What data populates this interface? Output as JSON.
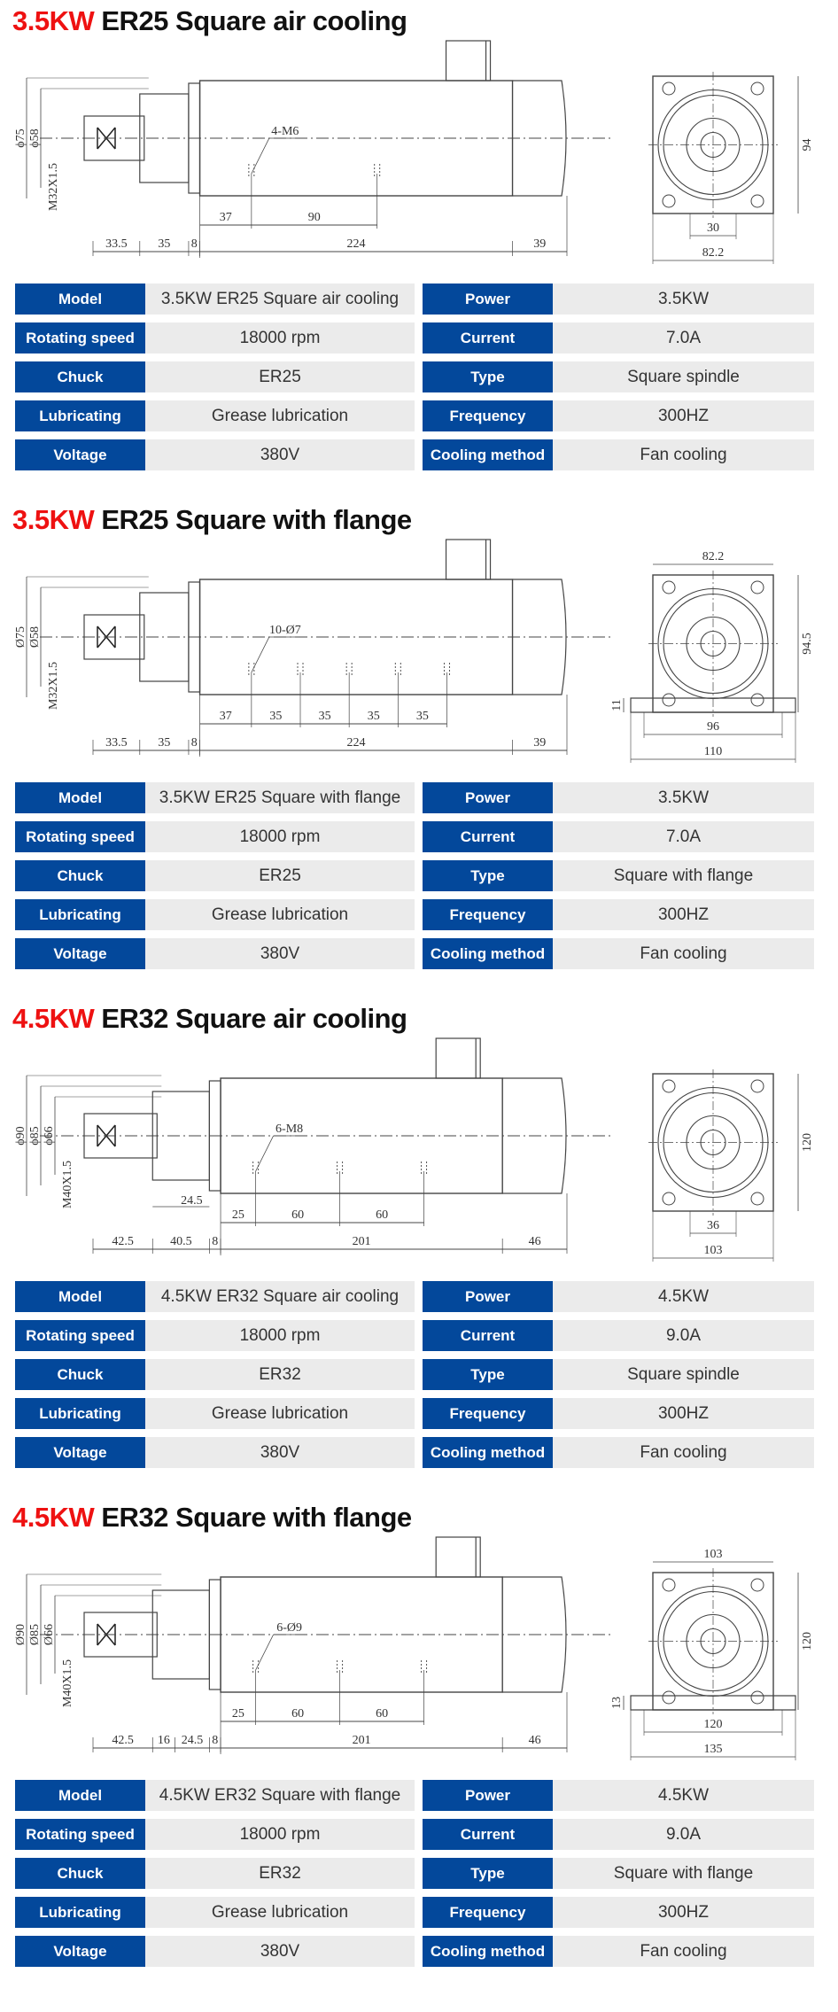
{
  "sections": [
    {
      "title_power": "3.5KW",
      "title_rest": "ER25 Square air cooling",
      "specs": [
        {
          "l1": "Model",
          "v1": "3.5KW ER25 Square air cooling",
          "l2": "Power",
          "v2": "3.5KW"
        },
        {
          "l1": "Rotating speed",
          "v1": "18000 rpm",
          "l2": "Current",
          "v2": "7.0A"
        },
        {
          "l1": "Chuck",
          "v1": "ER25",
          "l2": "Type",
          "v2": "Square spindle"
        },
        {
          "l1": "Lubricating",
          "v1": "Grease lubrication",
          "l2": "Frequency",
          "v2": "300HZ"
        },
        {
          "l1": "Voltage",
          "v1": "380V",
          "l2": "Cooling method",
          "v2": "Fan cooling"
        }
      ],
      "drawing": {
        "flange": false,
        "bottom_dims": [
          "33.5",
          "35",
          "8",
          "224",
          "39"
        ],
        "mid_dims": [
          "37",
          "90"
        ],
        "diameters": [
          "ϕ75",
          "ϕ58"
        ],
        "thread": "M32X1.5",
        "hole": "4-M6",
        "extra_dim": null,
        "end": {
          "top": null,
          "right": "94",
          "left": null,
          "bottom": [
            "30",
            "82.2"
          ]
        }
      }
    },
    {
      "title_power": "3.5KW",
      "title_rest": "ER25 Square with flange",
      "specs": [
        {
          "l1": "Model",
          "v1": "3.5KW ER25 Square with flange",
          "l2": "Power",
          "v2": "3.5KW"
        },
        {
          "l1": "Rotating speed",
          "v1": "18000 rpm",
          "l2": "Current",
          "v2": "7.0A"
        },
        {
          "l1": "Chuck",
          "v1": "ER25",
          "l2": "Type",
          "v2": "Square with flange"
        },
        {
          "l1": "Lubricating",
          "v1": "Grease lubrication",
          "l2": "Frequency",
          "v2": "300HZ"
        },
        {
          "l1": "Voltage",
          "v1": "380V",
          "l2": "Cooling method",
          "v2": "Fan cooling"
        }
      ],
      "drawing": {
        "flange": true,
        "bottom_dims": [
          "33.5",
          "35",
          "8",
          "224",
          "39"
        ],
        "mid_dims": [
          "37",
          "35",
          "35",
          "35",
          "35"
        ],
        "diameters": [
          "Ø75",
          "Ø58"
        ],
        "thread": "M32X1.5",
        "hole": "10-Ø7",
        "extra_dim": null,
        "end": {
          "top": "82.2",
          "right": "94.5",
          "left": "11",
          "bottom": [
            "96",
            "110"
          ]
        }
      }
    },
    {
      "title_power": "4.5KW",
      "title_rest": "ER32 Square air cooling",
      "specs": [
        {
          "l1": "Model",
          "v1": "4.5KW ER32 Square air cooling",
          "l2": "Power",
          "v2": "4.5KW"
        },
        {
          "l1": "Rotating speed",
          "v1": "18000 rpm",
          "l2": "Current",
          "v2": "9.0A"
        },
        {
          "l1": "Chuck",
          "v1": "ER32",
          "l2": "Type",
          "v2": "Square spindle"
        },
        {
          "l1": "Lubricating",
          "v1": "Grease lubrication",
          "l2": "Frequency",
          "v2": "300HZ"
        },
        {
          "l1": "Voltage",
          "v1": "380V",
          "l2": "Cooling method",
          "v2": "Fan cooling"
        }
      ],
      "drawing": {
        "flange": false,
        "bottom_dims": [
          "42.5",
          "40.5",
          "8",
          "201",
          "46"
        ],
        "mid_dims": [
          "25",
          "60",
          "60"
        ],
        "diameters": [
          "ϕ90",
          "ϕ85",
          "ϕ66"
        ],
        "thread": "M40X1.5",
        "hole": "6-M8",
        "extra_dim": "24.5",
        "end": {
          "top": null,
          "right": "120",
          "left": null,
          "bottom": [
            "36",
            "103"
          ]
        }
      }
    },
    {
      "title_power": "4.5KW",
      "title_rest": "ER32 Square with flange",
      "specs": [
        {
          "l1": "Model",
          "v1": "4.5KW ER32 Square with flange",
          "l2": "Power",
          "v2": "4.5KW"
        },
        {
          "l1": "Rotating speed",
          "v1": "18000 rpm",
          "l2": "Current",
          "v2": "9.0A"
        },
        {
          "l1": "Chuck",
          "v1": "ER32",
          "l2": "Type",
          "v2": "Square with flange"
        },
        {
          "l1": "Lubricating",
          "v1": "Grease lubrication",
          "l2": "Frequency",
          "v2": "300HZ"
        },
        {
          "l1": "Voltage",
          "v1": "380V",
          "l2": "Cooling method",
          "v2": "Fan cooling"
        }
      ],
      "drawing": {
        "flange": true,
        "bottom_dims": [
          "42.5",
          "16",
          "24.5",
          "8",
          "201",
          "46"
        ],
        "mid_dims": [
          "25",
          "60",
          "60"
        ],
        "diameters": [
          "Ø90",
          "Ø85",
          "Ø66"
        ],
        "thread": "M40X1.5",
        "hole": "6-Ø9",
        "extra_dim": null,
        "end": {
          "top": "103",
          "right": "120",
          "left": "13",
          "bottom": [
            "120",
            "135"
          ]
        }
      }
    }
  ]
}
